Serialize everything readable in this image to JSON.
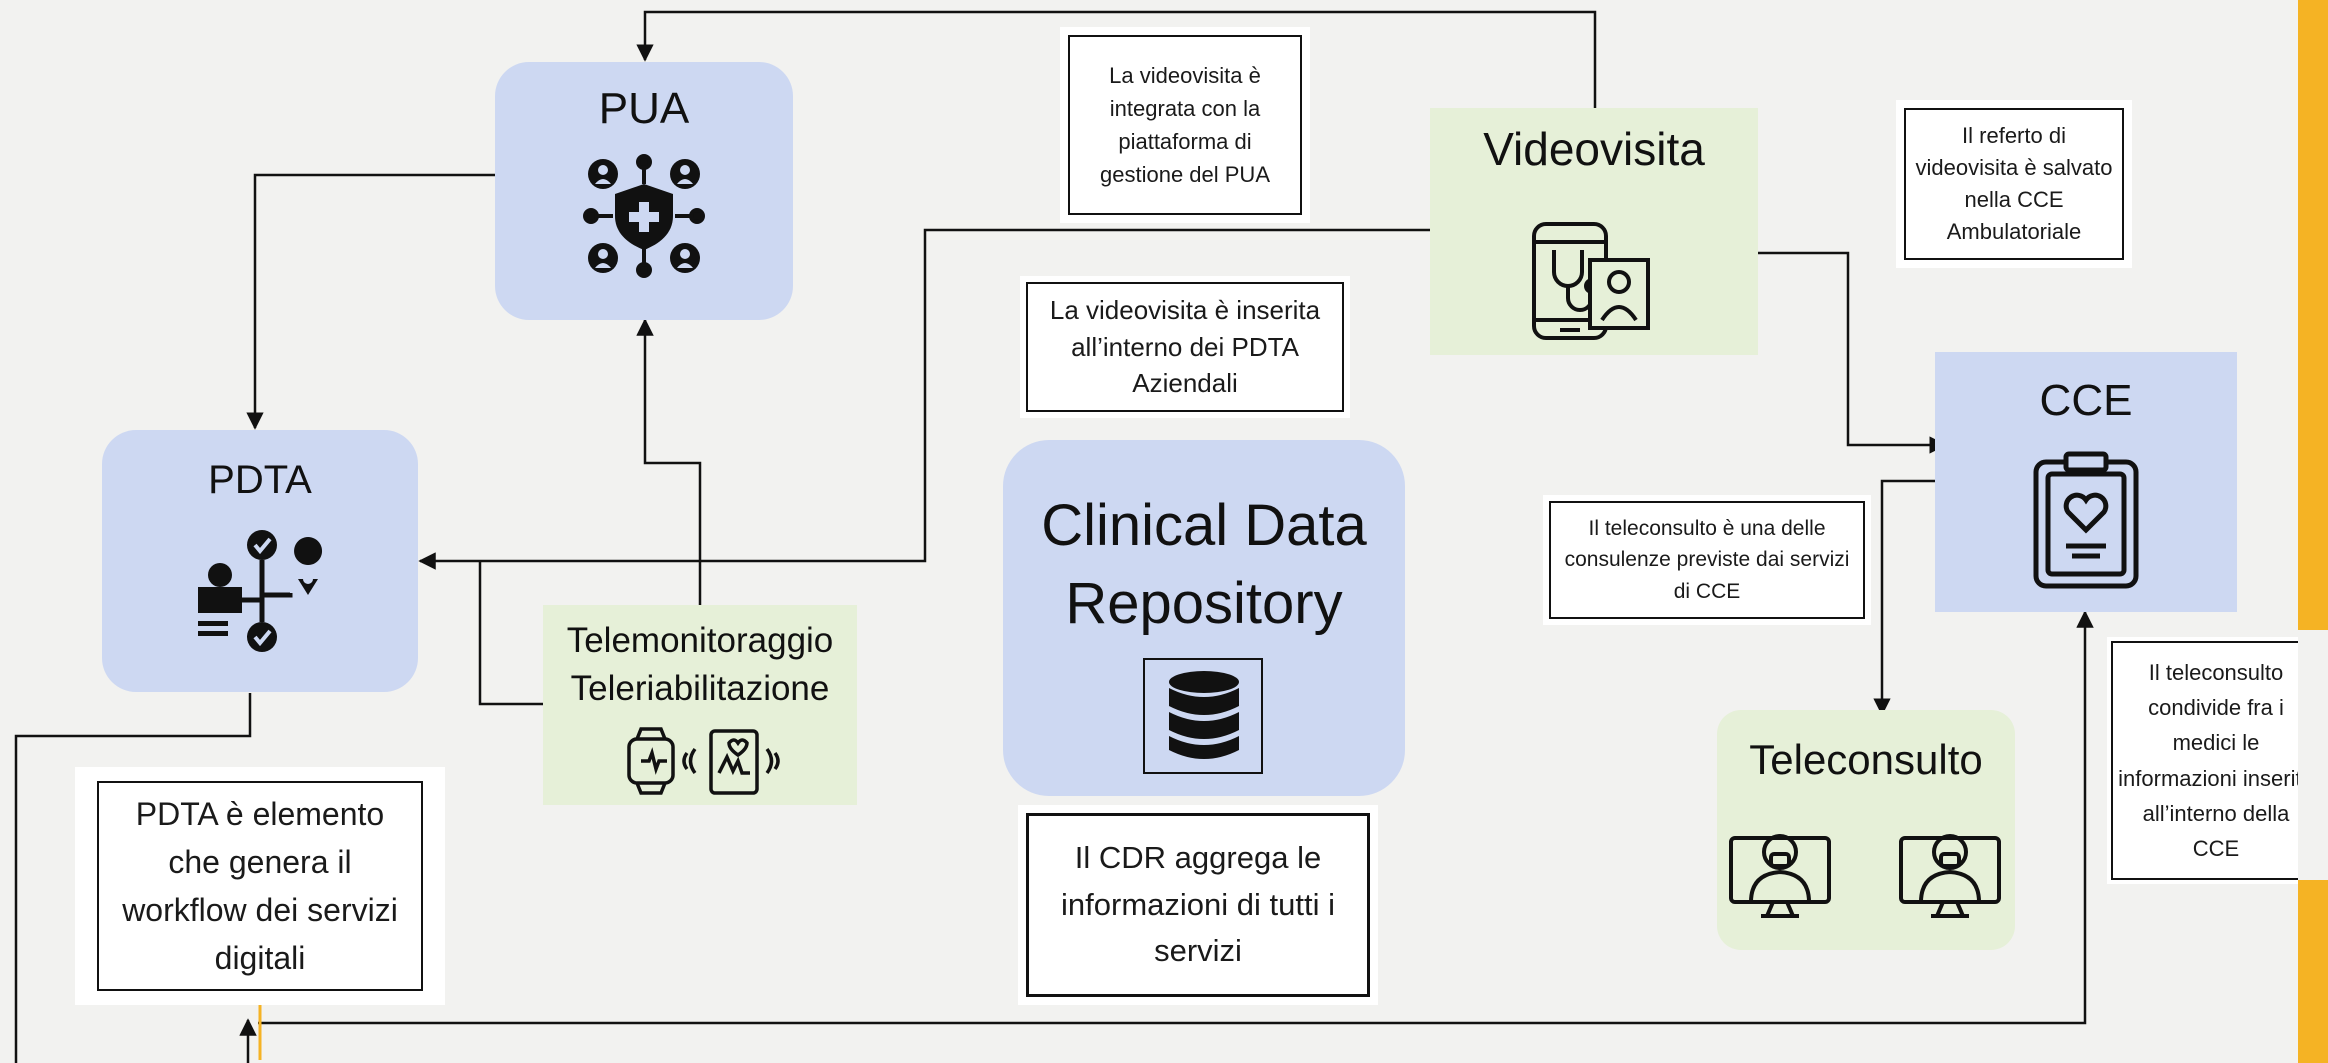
{
  "nodes": {
    "pua": {
      "title": "PUA",
      "icon": "medical-network-icon"
    },
    "pdta": {
      "title": "PDTA",
      "icon": "patient-pathway-icon"
    },
    "videovisita": {
      "title": "Videovisita",
      "icon": "telemedicine-phone-icon"
    },
    "telemonitoraggio": {
      "title_line1": "Telemonitoraggio",
      "title_line2": "Teleriabilitazione",
      "icon": "wearable-monitor-icon"
    },
    "cdr": {
      "title_line1": "Clinical Data",
      "title_line2": "Repository",
      "icon": "database-icon"
    },
    "cce": {
      "title": "CCE",
      "icon": "clipboard-heart-icon"
    },
    "teleconsulto": {
      "title": "Teleconsulto",
      "icon": "doctors-monitor-icon"
    }
  },
  "notes": {
    "pua_integration": "La videovisita è integrata con la piattaforma di gestione del PUA",
    "pdta_insert": "La videovisita è inserita all’interno dei PDTA Aziendali",
    "referto": "Il referto di videovisita è salvato nella CCE Ambulatoriale",
    "teleconsulto_cce": "Il teleconsulto è una delle consulenze previste dai servizi di CCE",
    "teleconsulto_share": "Il teleconsulto condivide fra i medici le informazioni inserite all’interno della CCE",
    "pdta_workflow": "PDTA è elemento che genera il workflow dei servizi digitali",
    "cdr_aggregate": "Il CDR aggrega le informazioni di tutti i servizi"
  },
  "colors": {
    "blue_box": "#cdd8f2",
    "green_box": "#e6f0d8",
    "accent_bar": "#f5b324",
    "background": "#f2f2f0"
  }
}
